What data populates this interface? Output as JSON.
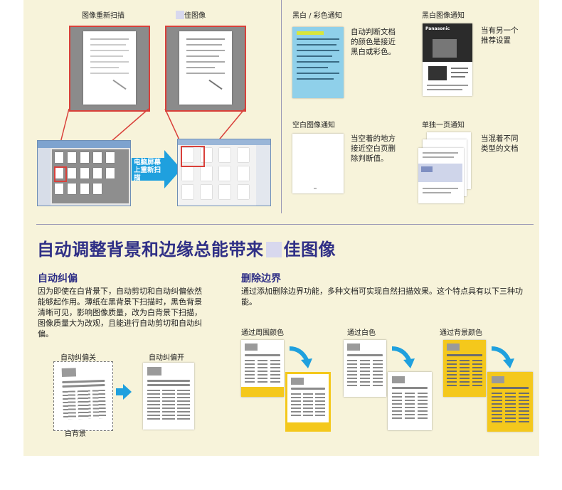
{
  "top_left": {
    "label_rescan": "图像重新扫描",
    "label_best_image": "佳图像",
    "arrow_text": "电脑屏幕上重新扫描"
  },
  "notices": [
    {
      "title": "黑白 / 彩色通知",
      "desc": "自动判断文档的颜色是接近黑白或彩色。"
    },
    {
      "title": "黑白图像通知",
      "desc": "当有另一个推荐设置"
    },
    {
      "title": "空白图像通知",
      "desc": "当空着的地方接近空白页删除判断值。"
    },
    {
      "title": "单独一页通知",
      "desc": "当混着不同类型的文档"
    }
  ],
  "brand_text": "Panasonic",
  "main_title": "自动调整背景和边缘总能带来",
  "main_title_end": "佳图像",
  "deskew": {
    "heading": "自动纠偏",
    "body": "因为即使在白背景下，自动剪切和自动纠偏依然能够起作用。薄纸在黑背景下扫描时，黑色背景清晰可见，影响图像质量，改为白背景下扫描，图像质量大为改观，且能进行自动剪切和自动纠偏。",
    "off_label": "自动纠偏关",
    "on_label": "自动纠偏开",
    "white_bg_label": "白背景"
  },
  "border": {
    "heading": "删除边界",
    "body": "通过添加删除边界功能，多种文档可实现自然扫描效果。这个特点具有以下三种功能。",
    "options": [
      "通过周围颜色",
      "通过白色",
      "通过背景颜色"
    ]
  },
  "colors": {
    "accent_blue": "#2f2f86",
    "arrow_blue": "#1fa0de",
    "panel_bg": "#f7f3da",
    "frame_red": "#d9403a",
    "doc_yellow": "#f4c81c"
  }
}
